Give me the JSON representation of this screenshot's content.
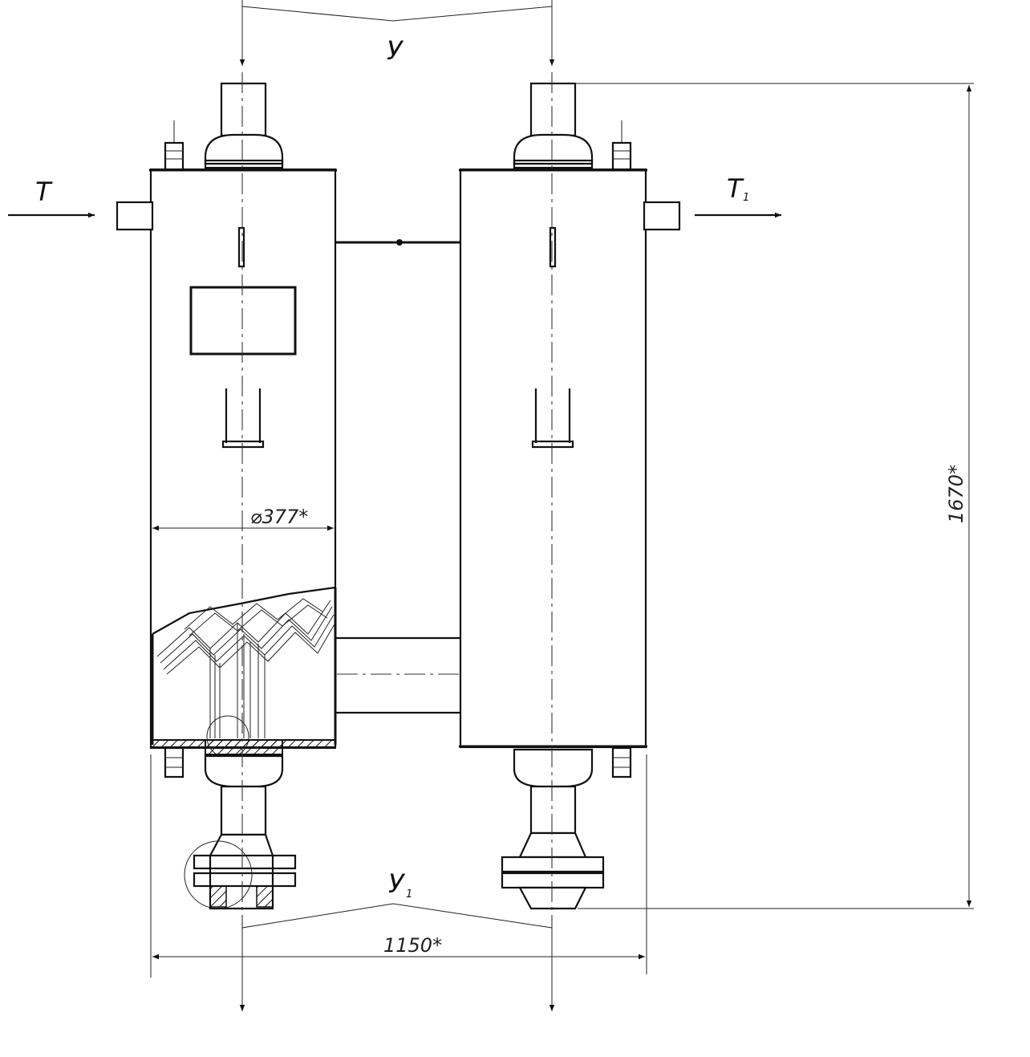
{
  "labels": {
    "inlet_top": "У",
    "outlet_bottom": "У",
    "outlet_bottom_sub": "1",
    "inlet_side": "Т",
    "outlet_side": "Т",
    "outlet_side_sub": "1"
  },
  "dimensions": {
    "diameter": "⌀377*",
    "height": "1670*",
    "width": "1150*"
  }
}
